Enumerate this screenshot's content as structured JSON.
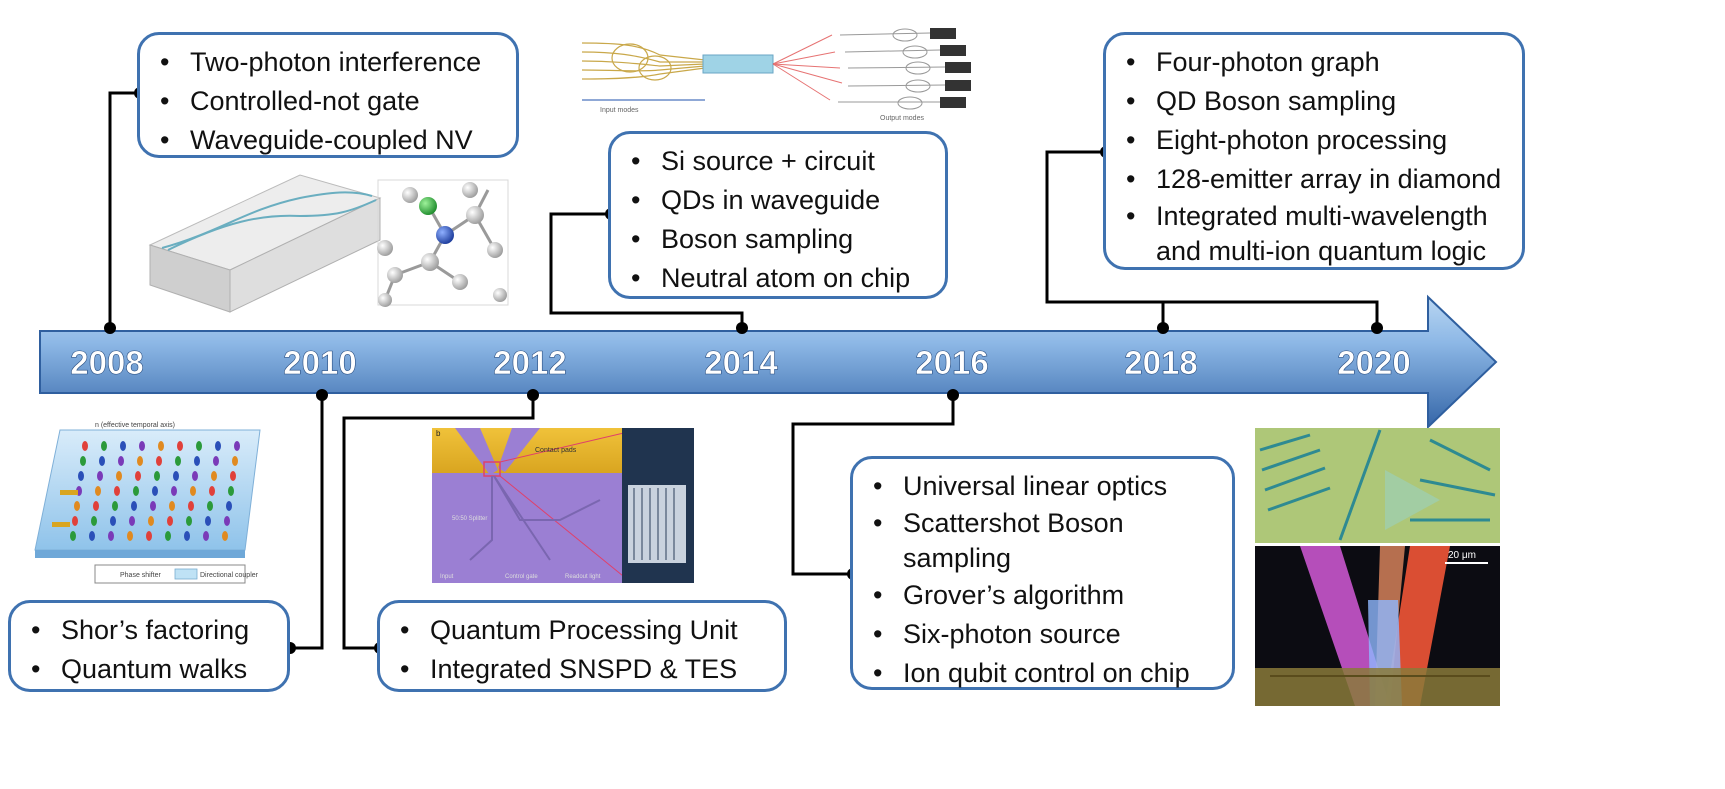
{
  "colors": {
    "arrow_light": "#9cc2ea",
    "arrow_dark": "#3b6fb0",
    "box_border": "#3f72b0",
    "connector": "#000000"
  },
  "timeline": {
    "years": [
      "2008",
      "2010",
      "2012",
      "2014",
      "2016",
      "2018",
      "2020"
    ]
  },
  "milestones": {
    "m2008": [
      "Two-photon interference",
      "Controlled-not gate",
      "Waveguide-coupled NV"
    ],
    "m2010": [
      "Shor’s factoring",
      "Quantum walks"
    ],
    "m2012": [
      "Quantum Processing Unit",
      "Integrated SNSPD & TES"
    ],
    "m2014": [
      "Si source + circuit",
      "QDs in waveguide",
      "Boson sampling",
      "Neutral atom on chip"
    ],
    "m2016": [
      "Universal linear optics",
      "Scattershot Boson sampling",
      "Grover’s algorithm",
      "Six-photon source",
      "Ion qubit control on chip"
    ],
    "m2018": [
      "Four-photon graph",
      "QD Boson sampling",
      "Eight-photon processing",
      "128-emitter array in diamond",
      "Integrated multi-wavelength and multi-ion quantum logic"
    ]
  },
  "figure_labels": {
    "chip_panel": "b",
    "chip_contact_pads": "Contact pads",
    "chip_splitter": "50:50 Splitter",
    "chip_input": "Input",
    "chip_control": "Control gate",
    "chip_readout": "Readout light",
    "scale_bar": "20 μm",
    "walk_axis": "n (effective temporal axis)",
    "walk_legend_1": "Phase shifter",
    "walk_legend_2": "Directional coupler",
    "boson_input": "Input modes",
    "boson_output": "Output modes"
  }
}
